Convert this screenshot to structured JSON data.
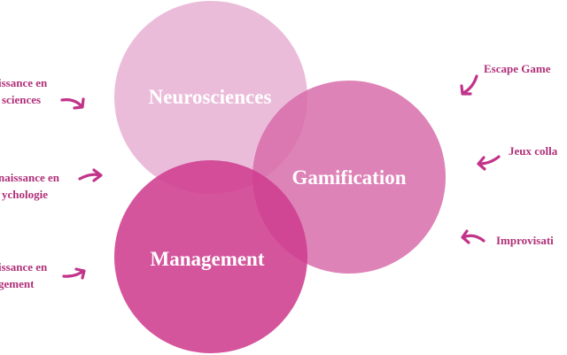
{
  "circles": [
    {
      "id": "neurosciences",
      "label": "Neurosciences",
      "color": "#e8b0d3",
      "opacity": 0.85
    },
    {
      "id": "gamification",
      "label": "Gamification",
      "color": "#d768a7",
      "opacity": 0.82
    },
    {
      "id": "management",
      "label": "Management",
      "color": "#cf3e90",
      "opacity": 0.88
    }
  ],
  "left_labels": [
    {
      "lines": [
        "issance en",
        "sciences"
      ]
    },
    {
      "lines": [
        "naissance en",
        "ychologie"
      ]
    },
    {
      "lines": [
        "issance en",
        "gement"
      ]
    }
  ],
  "right_labels": [
    {
      "text": "Escape Game"
    },
    {
      "text": "Jeux colla"
    },
    {
      "text": "Improvisati"
    }
  ],
  "colors": {
    "text_accent": "#b0307a",
    "arrow": "#c2338a",
    "circle_text": "#ffffff",
    "background": "#ffffff"
  }
}
